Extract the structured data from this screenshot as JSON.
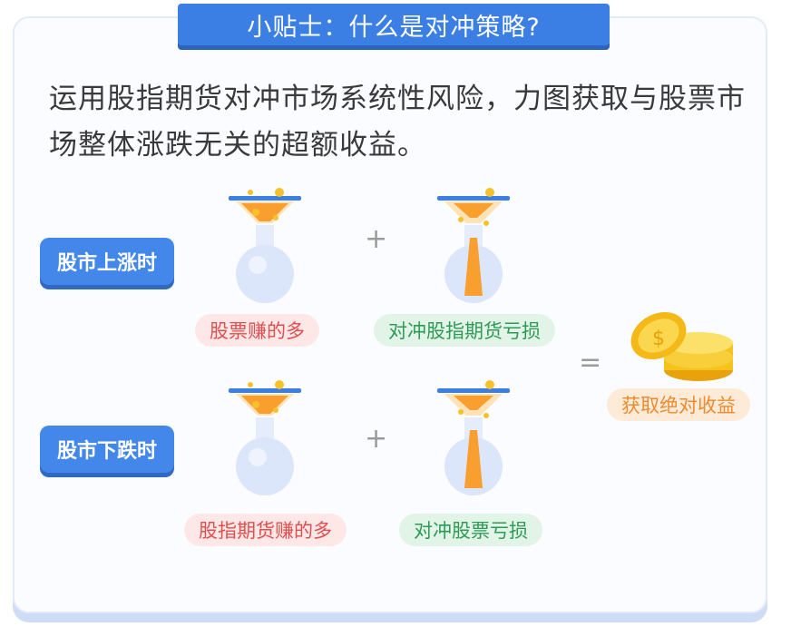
{
  "title": "小贴士：什么是对冲策略?",
  "intro": "运用股指期货对冲市场系统性风险，力图获取与股票市场整体涨跌无关的超额收益。",
  "operators": {
    "plus": "+",
    "equals": "="
  },
  "rows": [
    {
      "label": "股市上涨时",
      "left_pill": "股票赚的多",
      "right_pill": "对冲股指期货亏损"
    },
    {
      "label": "股市下跌时",
      "left_pill": "股指期货赚的多",
      "right_pill": "对冲股票亏损"
    }
  ],
  "result": "获取绝对收益",
  "icons": [
    "funnel-flask-full-icon",
    "funnel-flask-draining-icon",
    "gold-coins-icon"
  ],
  "colors": {
    "accent": "#3c7fe4",
    "gain": "#e04f4f",
    "loss": "#2e9a55",
    "result": "#ec8b2f"
  }
}
